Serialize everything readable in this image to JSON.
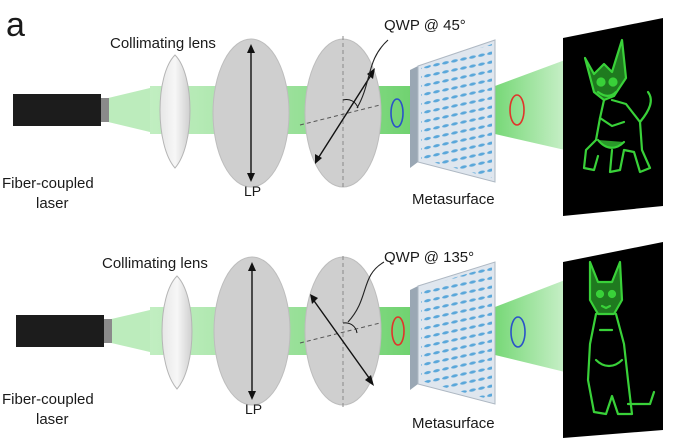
{
  "panel_letter": "a",
  "colors": {
    "beam": "#5fd15f",
    "laser_body": "#1c1c1c",
    "optic": "#cfcfcf",
    "metasurface": "#dfe6ee",
    "meta_dots": "#5aa7da",
    "screen": "#000000",
    "image": "#39d139",
    "red_pol": "#e0342a",
    "blue_pol": "#2a52c9"
  },
  "top": {
    "collimating_lens_label": "Collimating lens",
    "qwp_label": "QWP @ 45°",
    "lp_label": "LP",
    "source_label_line1": "Fiber-coupled",
    "source_label_line2": "laser",
    "metasurface_label": "Metasurface",
    "projected_image": "dog-cartoon-image"
  },
  "bottom": {
    "collimating_lens_label": "Collimating lens",
    "qwp_label": "QWP @ 135°",
    "lp_label": "LP",
    "source_label_line1": "Fiber-coupled",
    "source_label_line2": "laser",
    "metasurface_label": "Metasurface",
    "projected_image": "cat-cartoon-image"
  }
}
